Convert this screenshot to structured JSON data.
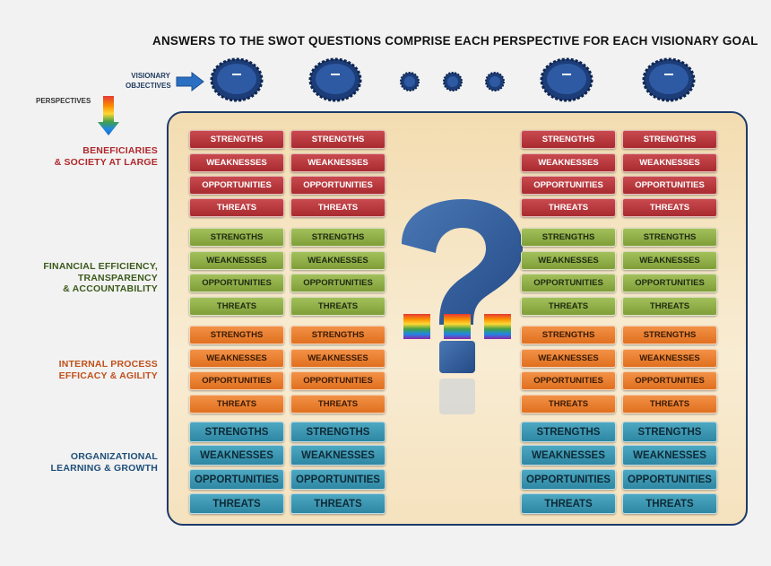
{
  "title": "ANSWERS TO THE SWOT QUESTIONS  COMPRISE EACH PERSPECTIVE FOR EACH VISIONARY GOAL",
  "visionary_objectives_label": "VISIONARY OBJECTIVES",
  "perspectives_label": "PERSPECTIVES",
  "perspectives": [
    {
      "label": "BENEFICIARIES & SOCIETY AT LARGE",
      "lines": [
        "BENEFICIARIES",
        "& SOCIETY AT LARGE"
      ],
      "color": "#b0282d"
    },
    {
      "label": "FINANCIAL EFFICIENCY, TRANSPARENCY & ACCOUNTABILITY",
      "lines": [
        "FINANCIAL EFFICIENCY,",
        "TRANSPARENCY",
        "& ACCOUNTABILITY"
      ],
      "color": "#3b5a1a"
    },
    {
      "label": "INTERNAL PROCESS EFFICACY & AGILITY",
      "lines": [
        "INTERNAL PROCESS",
        "EFFICACY & AGILITY"
      ],
      "color": "#c0501a"
    },
    {
      "label": "ORGANIZATIONAL LEARNING & GROWTH",
      "lines": [
        "ORGANIZATIONAL",
        "LEARNING & GROWTH"
      ],
      "color": "#1f4e79"
    }
  ],
  "swot_labels": [
    "STRENGTHS",
    "WEAKNESSES",
    "OPPORTUNITIES",
    "THREATS"
  ],
  "icons": {
    "gear": "gear-icon",
    "arrow": "arrow-right-icon",
    "question": "question-mark-icon",
    "rainbow": "rainbow-square-icon"
  },
  "colors": {
    "red": "#a82b30",
    "green": "#7f9e38",
    "orange": "#e0701f",
    "teal": "#2e87a3",
    "panel_border": "#1d3b6b"
  }
}
